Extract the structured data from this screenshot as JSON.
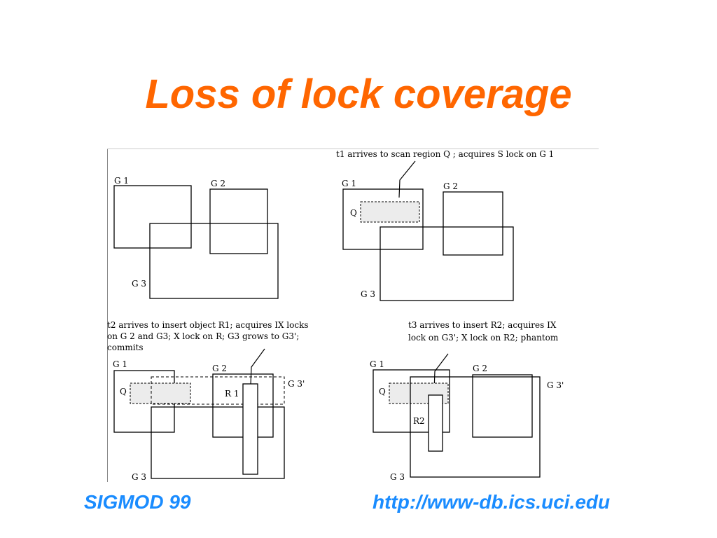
{
  "slide": {
    "title": "Loss of lock coverage",
    "footer_left": "SIGMOD 99",
    "footer_right": "http://www-db.ics.uci.edu"
  },
  "colors": {
    "title": "#ff6600",
    "footer": "#1a8cff",
    "query_fill": "#ececec"
  },
  "diagram": {
    "labels": {
      "g1": "G 1",
      "g2": "G 2",
      "g3": "G 3",
      "g3_prime": "G 3'",
      "q": "Q",
      "r1": "R 1",
      "r2": "R2"
    },
    "panel1": {},
    "panel2": {
      "caption": "t1 arrives to scan region Q ; acquires S lock on G 1"
    },
    "panel3": {
      "caption_lines": [
        "t2 arrives to insert object R1; acquires IX locks",
        "on G 2 and G3; X lock on R; G3 grows to G3';",
        "commits"
      ]
    },
    "panel4": {
      "caption_lines": [
        "t3 arrives to insert R2; acquires IX",
        "lock on G3'; X lock on R2; phantom"
      ]
    }
  }
}
